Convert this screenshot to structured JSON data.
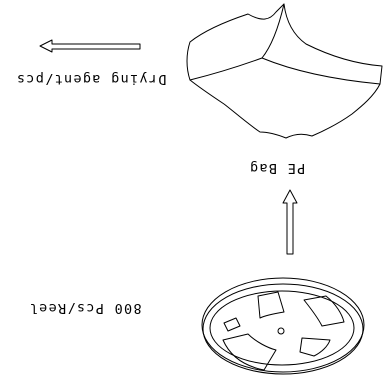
{
  "labels": {
    "drying_agent": "Drying agent/pcs",
    "pe_bag": "PE Bag",
    "reel": "800 Pcs/Reel"
  },
  "icons": {
    "desiccant": "desiccant-pouch-icon",
    "reel": "tape-reel-icon"
  },
  "colors": {
    "line": "#000000",
    "background": "#ffffff"
  },
  "orientation": "rotated-180"
}
